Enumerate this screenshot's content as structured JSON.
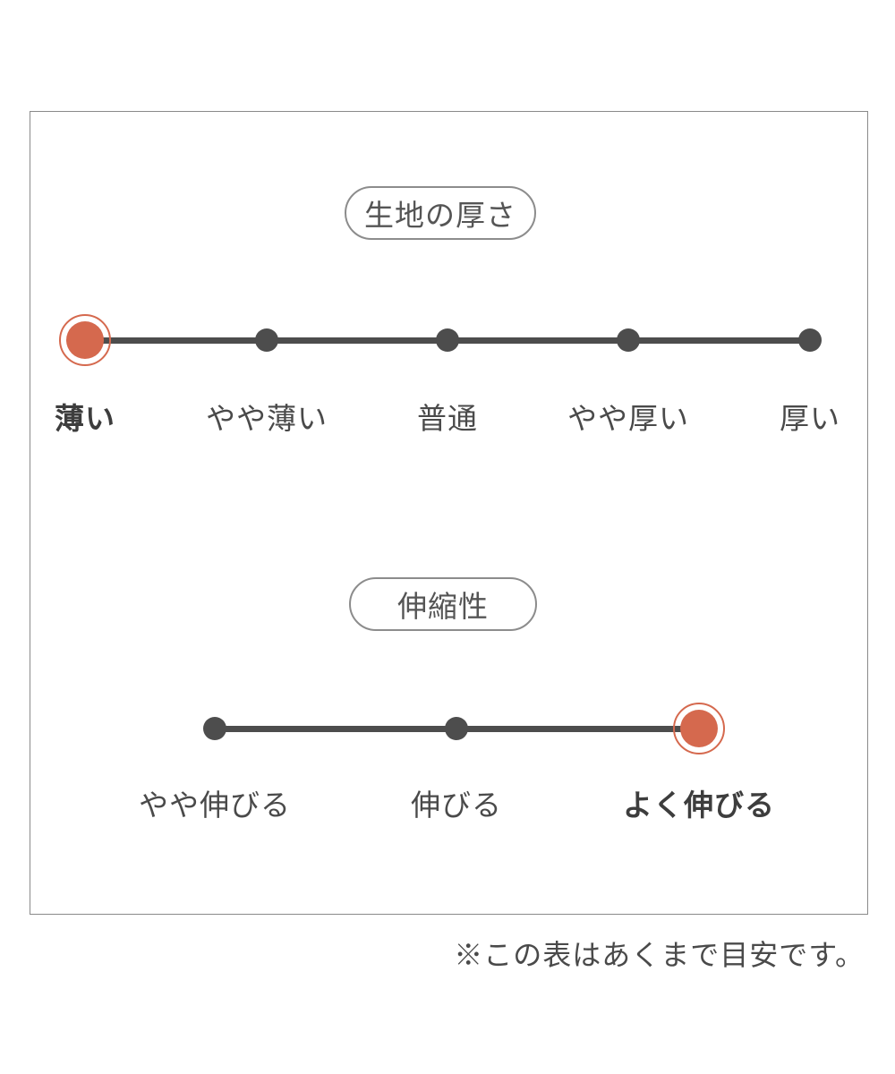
{
  "colors": {
    "accent": "#d5694e",
    "track": "#4d4d4d",
    "text": "#4a4a4a",
    "pill_border": "#8c8c8c",
    "panel_border": "#8a8a8a"
  },
  "note": "※この表はあくまで目安です。",
  "chart_data": [
    {
      "type": "scale",
      "title": "生地の厚さ",
      "categories": [
        "薄い",
        "やや薄い",
        "普通",
        "やや厚い",
        "厚い"
      ],
      "selected": "薄い",
      "selected_index": 0,
      "num_levels": 5,
      "legend_position": "none",
      "grid": false
    },
    {
      "type": "scale",
      "title": "伸縮性",
      "categories": [
        "やや伸びる",
        "伸びる",
        "よく伸びる"
      ],
      "selected": "よく伸びる",
      "selected_index": 2,
      "num_levels": 3,
      "legend_position": "none",
      "grid": false
    }
  ]
}
